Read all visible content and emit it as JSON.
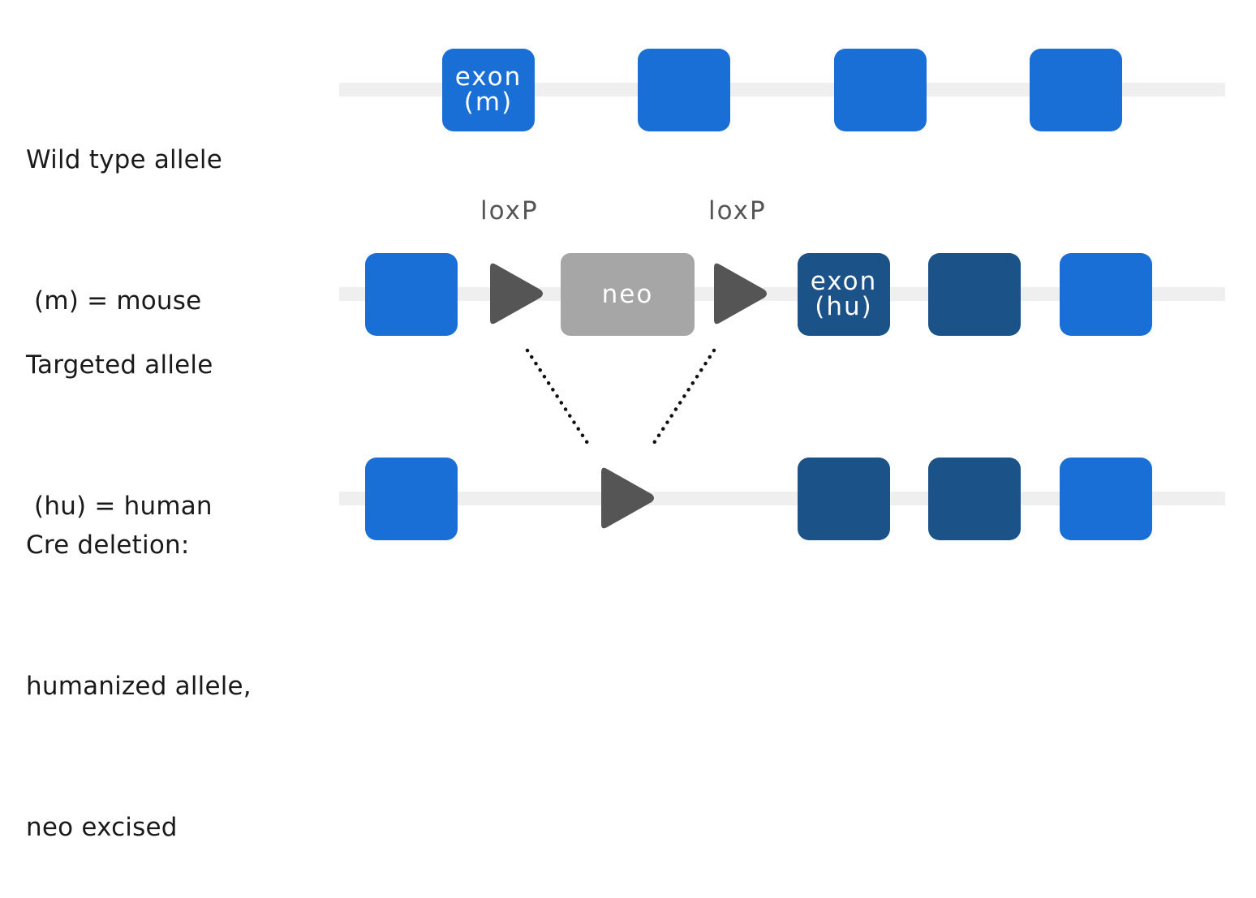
{
  "rows": {
    "wild_type": {
      "label_lines": [
        "Wild type allele",
        " (m) = mouse"
      ],
      "exon_label_lines": [
        "exon",
        "(m)"
      ]
    },
    "targeted": {
      "label_lines": [
        "Targeted allele",
        " (hu) = human"
      ],
      "neo_label": "neo",
      "exon_label_lines": [
        "exon",
        "(hu)"
      ],
      "loxp_labels": [
        "loxP",
        "loxP"
      ]
    },
    "cre_deletion": {
      "label_lines": [
        "Cre deletion:",
        "humanized allele,",
        "neo excised"
      ]
    }
  },
  "colors": {
    "mouse_exon": "#1a6fd6",
    "human_exon": "#1b5288",
    "neo_cassette": "#a6a6a6",
    "loxp_triangle": "#555555",
    "track": "#efefef"
  }
}
